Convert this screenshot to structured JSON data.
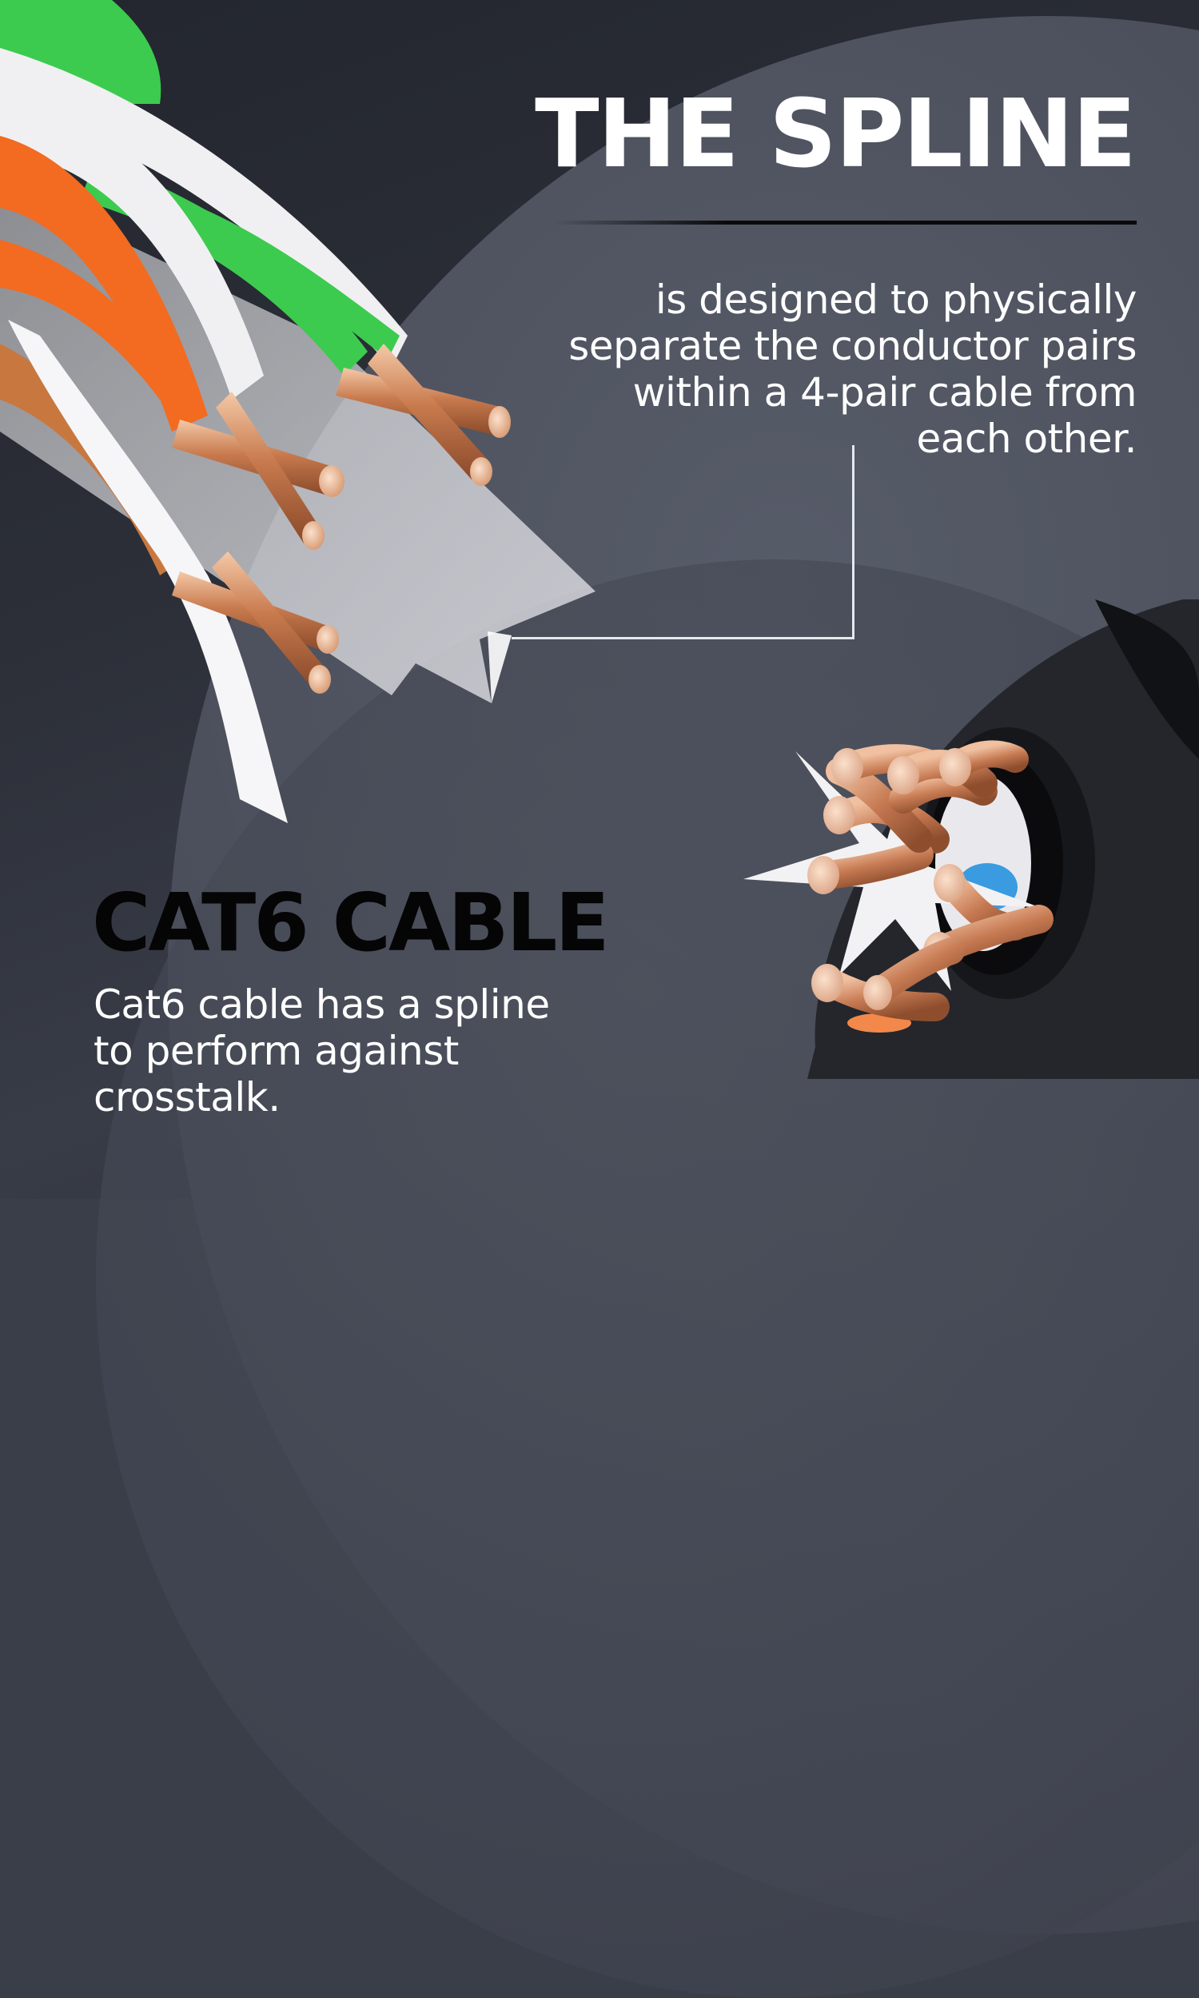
{
  "headline": {
    "title": "THE SPLINE",
    "description": "is designed to physically separate the conductor pairs within a 4-pair cable from each other."
  },
  "description_lines": [
    "is designed to physically",
    "separate the conductor pairs",
    "within a 4-pair cable from",
    "each other."
  ],
  "product": {
    "title": "CAT6 CABLE",
    "description": "Cat6 cable has a spline to perform against crosstalk.",
    "description_lines": [
      "Cat6 cable has a spline",
      "to perform against",
      "crosstalk."
    ]
  },
  "illustrations": {
    "cable_closeup": "cable-end-closeup-with-spline",
    "cable_cross_section": "cable-jacket-cross-section"
  },
  "colors": {
    "background": "#4d515d",
    "background_dark": "#2c2f38",
    "headline_text": "#ffffff",
    "product_title_text": "#050506",
    "body_text": "#ffffff",
    "wire_green": "#3ccb4f",
    "wire_orange": "#f26b21",
    "wire_brown": "#c8783f",
    "wire_blue": "#3a9be0",
    "copper": "#d89a72",
    "spline_white": "#f2f2f4",
    "jacket_black": "#16171b"
  }
}
